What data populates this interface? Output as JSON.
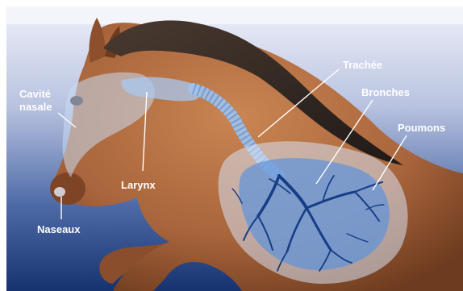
{
  "labels": {
    "cavite_line1": "Cavité",
    "cavite_line2": "nasale",
    "naseaux": "Naseaux",
    "larynx": "Larynx",
    "trachee": "Trachée",
    "bronches": "Bronches",
    "poumons": "Poumons"
  },
  "colors": {
    "bg_top": "#e9ecf7",
    "bg_bottom": "#16336f",
    "horse_coat": "#a8643b",
    "mane": "#2a2320",
    "airway": "#9fc3ee",
    "lung": "#5d93dc",
    "bronchi": "#163d86",
    "leader_line": "#ffffff"
  }
}
